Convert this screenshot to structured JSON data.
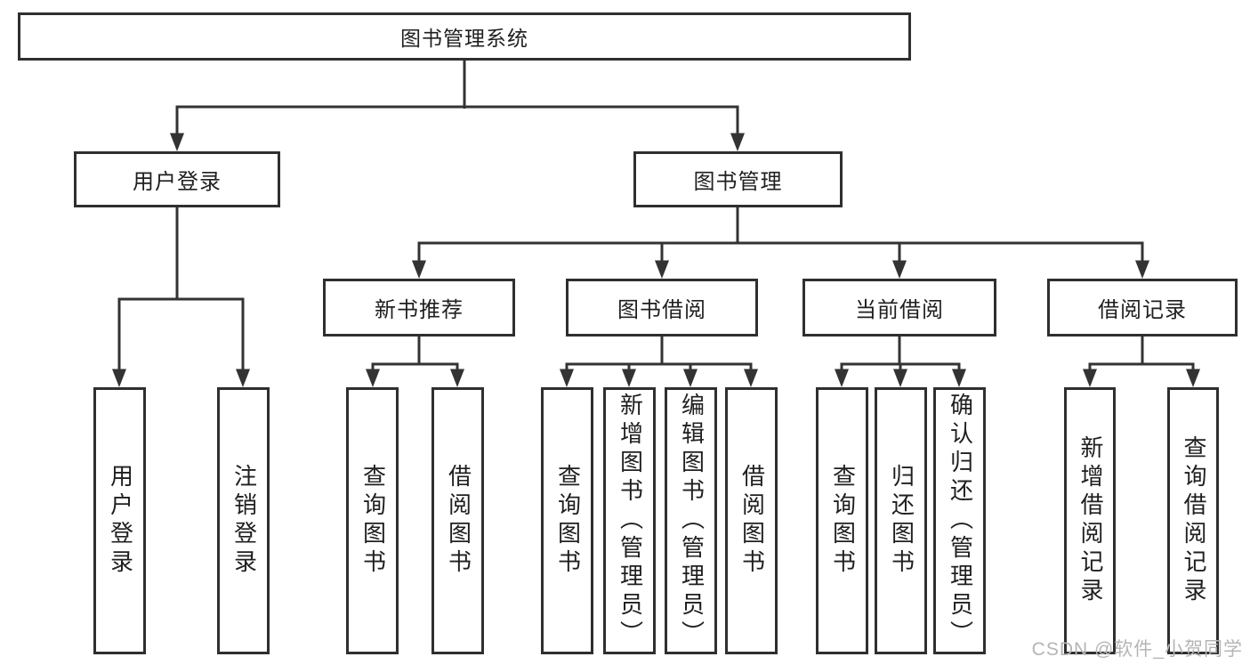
{
  "diagram": {
    "root": {
      "label": "图书管理系统"
    },
    "level2": {
      "user_login": {
        "label": "用户登录"
      },
      "book_mgmt": {
        "label": "图书管理"
      }
    },
    "level3": {
      "new_book_rec": {
        "label": "新书推荐"
      },
      "book_borrow": {
        "label": "图书借阅"
      },
      "current_borrow": {
        "label": "当前借阅"
      },
      "borrow_records": {
        "label": "借阅记录"
      }
    },
    "leaves": {
      "user_login_leaf": {
        "label": "用户登录"
      },
      "logout": {
        "label": "注销登录"
      },
      "rec_query_book": {
        "label": "查询图书"
      },
      "rec_borrow_book": {
        "label": "借阅图书"
      },
      "borrow_query_book": {
        "label": "查询图书"
      },
      "borrow_add_book": {
        "label": "新增图书（管理员）"
      },
      "borrow_edit_book": {
        "label": "编辑图书（管理员）"
      },
      "borrow_borrow_book": {
        "label": "借阅图书"
      },
      "current_query_book": {
        "label": "查询图书"
      },
      "current_return_book": {
        "label": "归还图书"
      },
      "current_confirm_return": {
        "label": "确认归还（管理员）"
      },
      "records_add_record": {
        "label": "新增借阅记录"
      },
      "records_query_record": {
        "label": "查询借阅记录"
      }
    }
  },
  "watermark": {
    "text": "CSDN @软件_小贺同学"
  },
  "colors": {
    "line": "#333333",
    "border": "#2f2f2f",
    "text": "#1f1f1f",
    "watermark": "#b5b5b5",
    "background": "#ffffff"
  }
}
